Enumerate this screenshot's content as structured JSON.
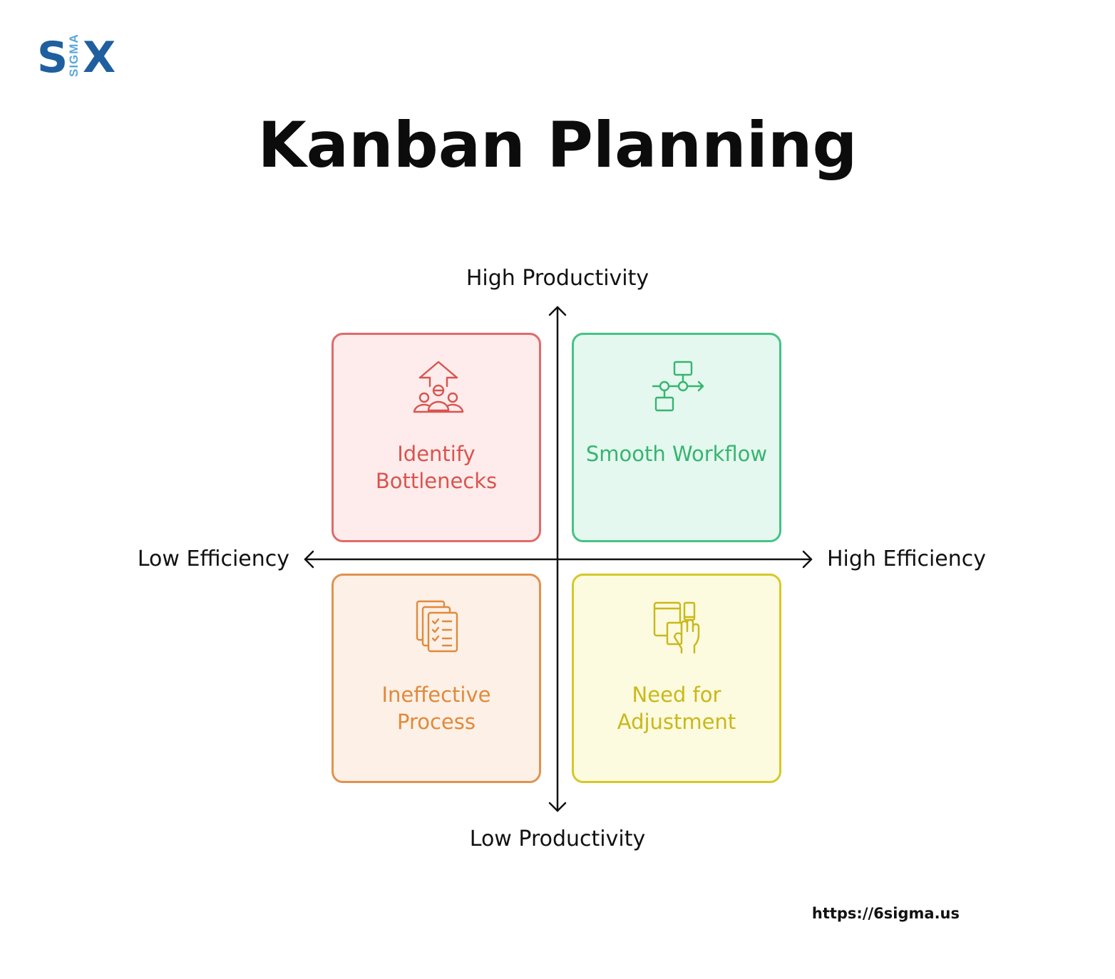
{
  "logo": {
    "left": "S",
    "middle": "SIGMA",
    "right": "X",
    "colors": {
      "primary": "#1f5fa0",
      "secondary": "#5aa6dd"
    }
  },
  "title": "Kanban Planning",
  "axes": {
    "top": "High Productivity",
    "bottom": "Low Productivity",
    "left": "Low Efficiency",
    "right": "High Efficiency"
  },
  "quadrants": [
    {
      "position": "top-left",
      "label": "Identify Bottlenecks",
      "icon": "arrow-up-team-icon",
      "color": "#d9544f",
      "background": "#fdeceb"
    },
    {
      "position": "top-right",
      "label": "Smooth Workflow",
      "icon": "flowchart-icon",
      "color": "#35b571",
      "background": "#e5f8ef"
    },
    {
      "position": "bottom-left",
      "label": "Ineffective Process",
      "icon": "checklist-documents-icon",
      "color": "#df8a3c",
      "background": "#fdf0e6"
    },
    {
      "position": "bottom-right",
      "label": "Need for Adjustment",
      "icon": "devices-hand-icon",
      "color": "#c9b81a",
      "background": "#fcfadf"
    }
  ],
  "footer": {
    "url": "https://6sigma.us"
  }
}
